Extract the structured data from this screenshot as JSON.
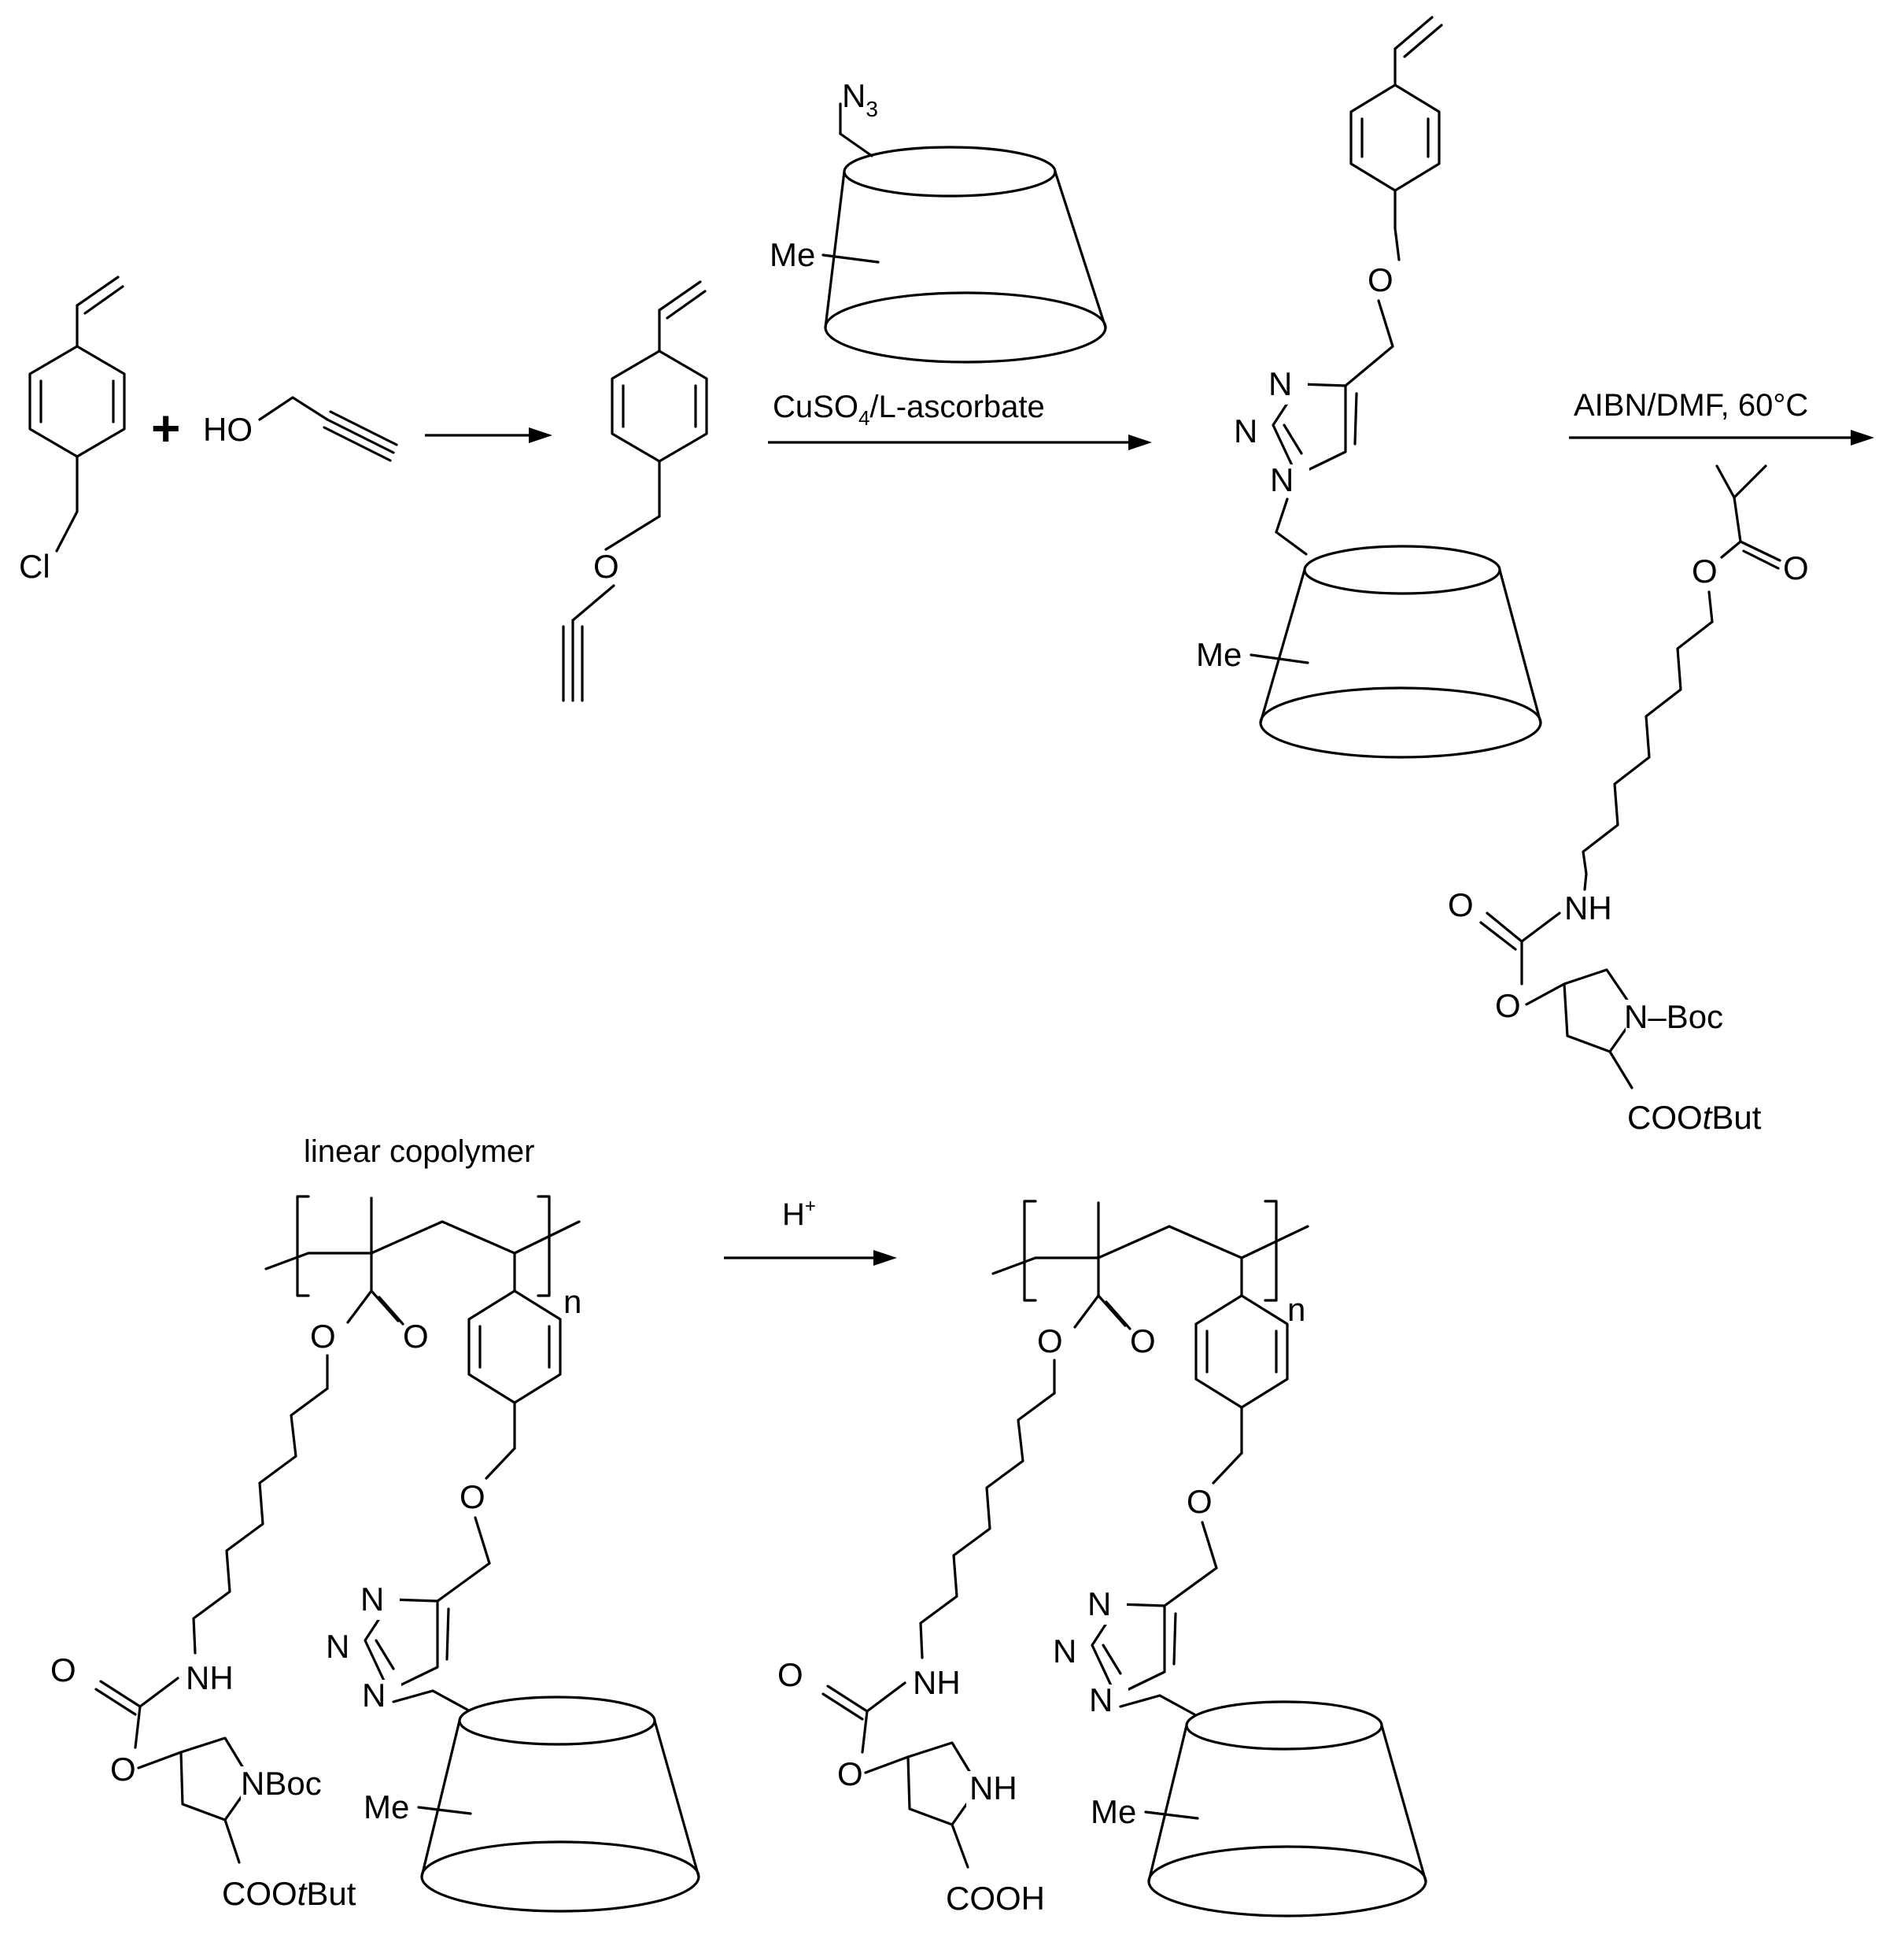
{
  "reagents": {
    "step2": "CuSO4/L-ascorbate",
    "step3": "AIBN/DMF, 60°C",
    "step4": "H+"
  },
  "labels": {
    "plus": "+",
    "linear_copolymer": "linear copolymer",
    "repeat": "n",
    "me": "Me"
  },
  "atoms": {
    "cl": "Cl",
    "ho": "HO",
    "o": "O",
    "n": "N",
    "n3": "N3",
    "nh": "NH",
    "n_boc": "N–Boc",
    "nboc": "NBoc",
    "cooetbut": "COOtBut",
    "cooh": "COOH"
  }
}
